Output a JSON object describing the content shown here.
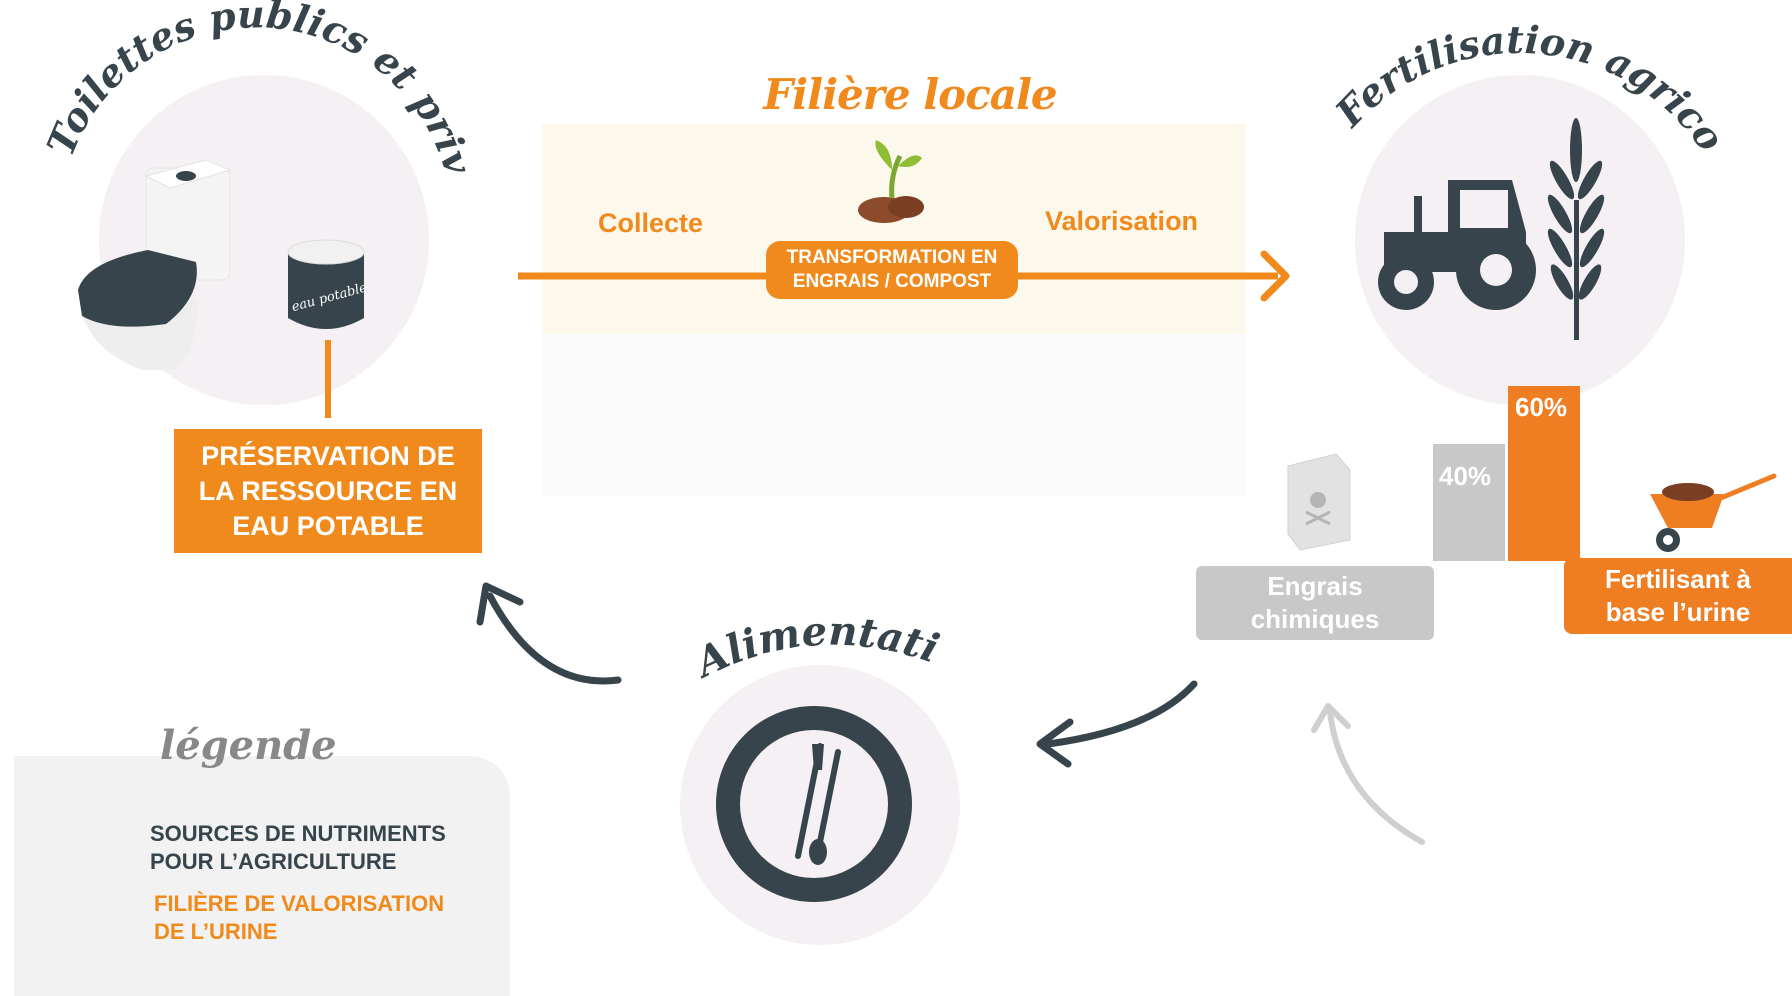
{
  "titles": {
    "toilets": "Toilettes publics et privés",
    "filiere": "Filière locale",
    "fertilisation": "Fertilisation agricole",
    "alimentation": "Alimentation"
  },
  "flow": {
    "collecte": "Collecte",
    "valorisation": "Valorisation",
    "transformation_line1": "TRANSFORMATION EN",
    "transformation_line2": "ENGRAIS / COMPOST"
  },
  "toilet": {
    "tank_label": "eau potable"
  },
  "preservation": {
    "line1": "PRÉSERVATION DE",
    "line2": "LA RESSOURCE EN",
    "line3": "EAU POTABLE"
  },
  "comparison": {
    "engrais_line1": "Engrais",
    "engrais_line2": "chimiques",
    "urine_line1": "Fertilisant à",
    "urine_line2": "base l’urine",
    "engrais_value": "40%",
    "urine_value": "60%",
    "engrais_fraction": 0.4,
    "urine_fraction": 0.6
  },
  "legend": {
    "title": "légende",
    "item1_line1": "SOURCES DE NUTRIMENTS",
    "item1_line2": "POUR L’AGRICULTURE",
    "item2_line1": "FILIÈRE DE VALORISATION",
    "item2_line2": "DE L’URINE"
  },
  "colors": {
    "orange": "#f08a1c",
    "dark": "#37444b",
    "grey": "#c8c8c8",
    "circle_bg": "#f4f0f3",
    "flow_bg": "#fdf8ec"
  }
}
